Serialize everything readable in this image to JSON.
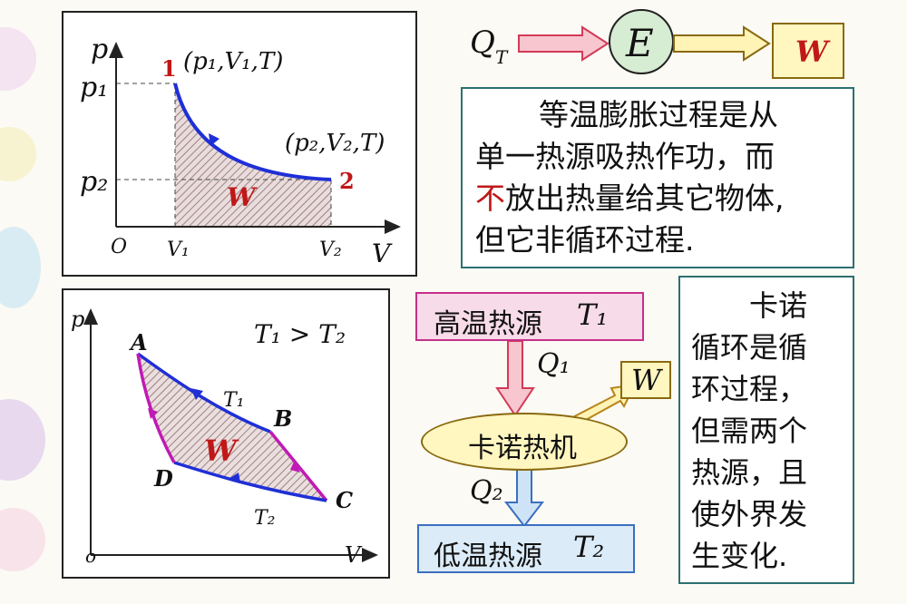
{
  "top_graph": {
    "p_axis": "p",
    "v_axis": "V",
    "origin": "O",
    "point1_label": "1",
    "point1_state": "(p₁,V₁,T)",
    "point2_label": "2",
    "point2_state": "(p₂,V₂,T)",
    "p1_tick": "p₁",
    "p2_tick": "p₂",
    "v1_tick": "V₁",
    "v2_tick": "V₂",
    "work_label": "W"
  },
  "energy_flow": {
    "q_label": "Q",
    "q_sub": "T",
    "e_label": "E",
    "w_label": "W"
  },
  "isothermal_text": {
    "line1": "等温膨胀过程是从",
    "line2": "单一热源吸热作功，而",
    "line3_highlight": "不",
    "line3_rest": "放出热量给其它物体,",
    "line4": "但它非循环过程."
  },
  "carnot_graph": {
    "p_axis": "p",
    "v_axis": "V",
    "origin": "o",
    "relation": "T₁ > T₂",
    "A": "A",
    "B": "B",
    "C": "C",
    "D": "D",
    "t1_label": "T₁",
    "t2_label": "T₂",
    "work_label": "W"
  },
  "heat_engine": {
    "hot_source": "高温热源",
    "hot_temp": "T₁",
    "q1": "Q₁",
    "engine": "卡诺热机",
    "w": "W",
    "q2": "Q₂",
    "cold_source": "低温热源",
    "cold_temp": "T₂"
  },
  "carnot_text": {
    "lines": [
      "卡诺",
      "循环是循",
      "环过程，",
      "但需两个",
      "热源，且",
      "使外界发",
      "生变化."
    ]
  },
  "colors": {
    "curve_blue": "#1f2fd6",
    "red_label": "#c01818",
    "magenta": "#c01ab4",
    "hatch": "#8a6a6a",
    "panel_border": "#2e6f6f",
    "box_yellow_fill": "#fff6c0",
    "box_pink_border": "#c4308a",
    "box_blue_border": "#3a6fc0"
  }
}
